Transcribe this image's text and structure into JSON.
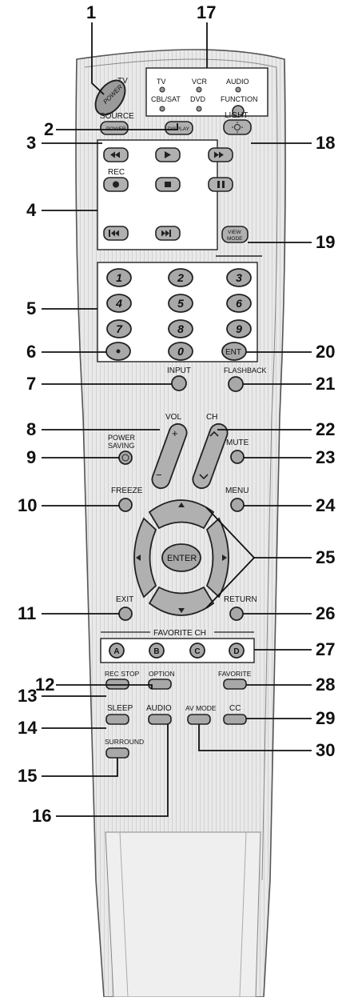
{
  "callouts": [
    "1",
    "2",
    "3",
    "4",
    "5",
    "6",
    "7",
    "8",
    "9",
    "10",
    "11",
    "12",
    "13",
    "14",
    "15",
    "16",
    "17",
    "18",
    "19",
    "20",
    "21",
    "22",
    "23",
    "24",
    "25",
    "26",
    "27",
    "28",
    "29",
    "30"
  ],
  "labels": {
    "tv": "TV",
    "power": "POWER",
    "source": "SOURCE",
    "source_power": "POWER",
    "display": "DISPLAY",
    "light": "LIGHT",
    "rec": "REC",
    "view_mode_1": "VIEW",
    "view_mode_2": "MODE",
    "input": "INPUT",
    "flashback": "FLASHBACK",
    "vol": "VOL",
    "ch": "CH",
    "power_saving_1": "POWER",
    "power_saving_2": "SAVING",
    "mute": "MUTE",
    "freeze": "FREEZE",
    "menu": "MENU",
    "enter": "ENTER",
    "exit": "EXIT",
    "return": "RETURN",
    "favorite_ch": "FAVORITE CH",
    "rec_stop": "REC STOP",
    "option": "OPTION",
    "favorite": "FAVORITE",
    "sleep": "SLEEP",
    "audio": "AUDIO",
    "av_mode": "AV MODE",
    "cc": "CC",
    "surround": "SURROUND",
    "ent": "ENT",
    "plus": "+",
    "minus": "−"
  },
  "function_panel": {
    "tv": "TV",
    "vcr": "VCR",
    "audio": "AUDIO",
    "cbl_sat": "CBL/SAT",
    "dvd": "DVD",
    "function": "FUNCTION"
  },
  "number_keys": [
    "1",
    "2",
    "3",
    "4",
    "5",
    "6",
    "7",
    "8",
    "9",
    "0"
  ],
  "favorite_keys": [
    "A",
    "B",
    "C",
    "D"
  ],
  "icons": [
    "rewind-icon",
    "play-icon",
    "fast-forward-icon",
    "record-icon",
    "stop-icon",
    "pause-icon",
    "skip-back-icon",
    "skip-forward-icon",
    "light-bulb-icon",
    "arrow-up-icon",
    "arrow-down-icon",
    "arrow-left-icon",
    "arrow-right-icon",
    "dot-icon"
  ]
}
